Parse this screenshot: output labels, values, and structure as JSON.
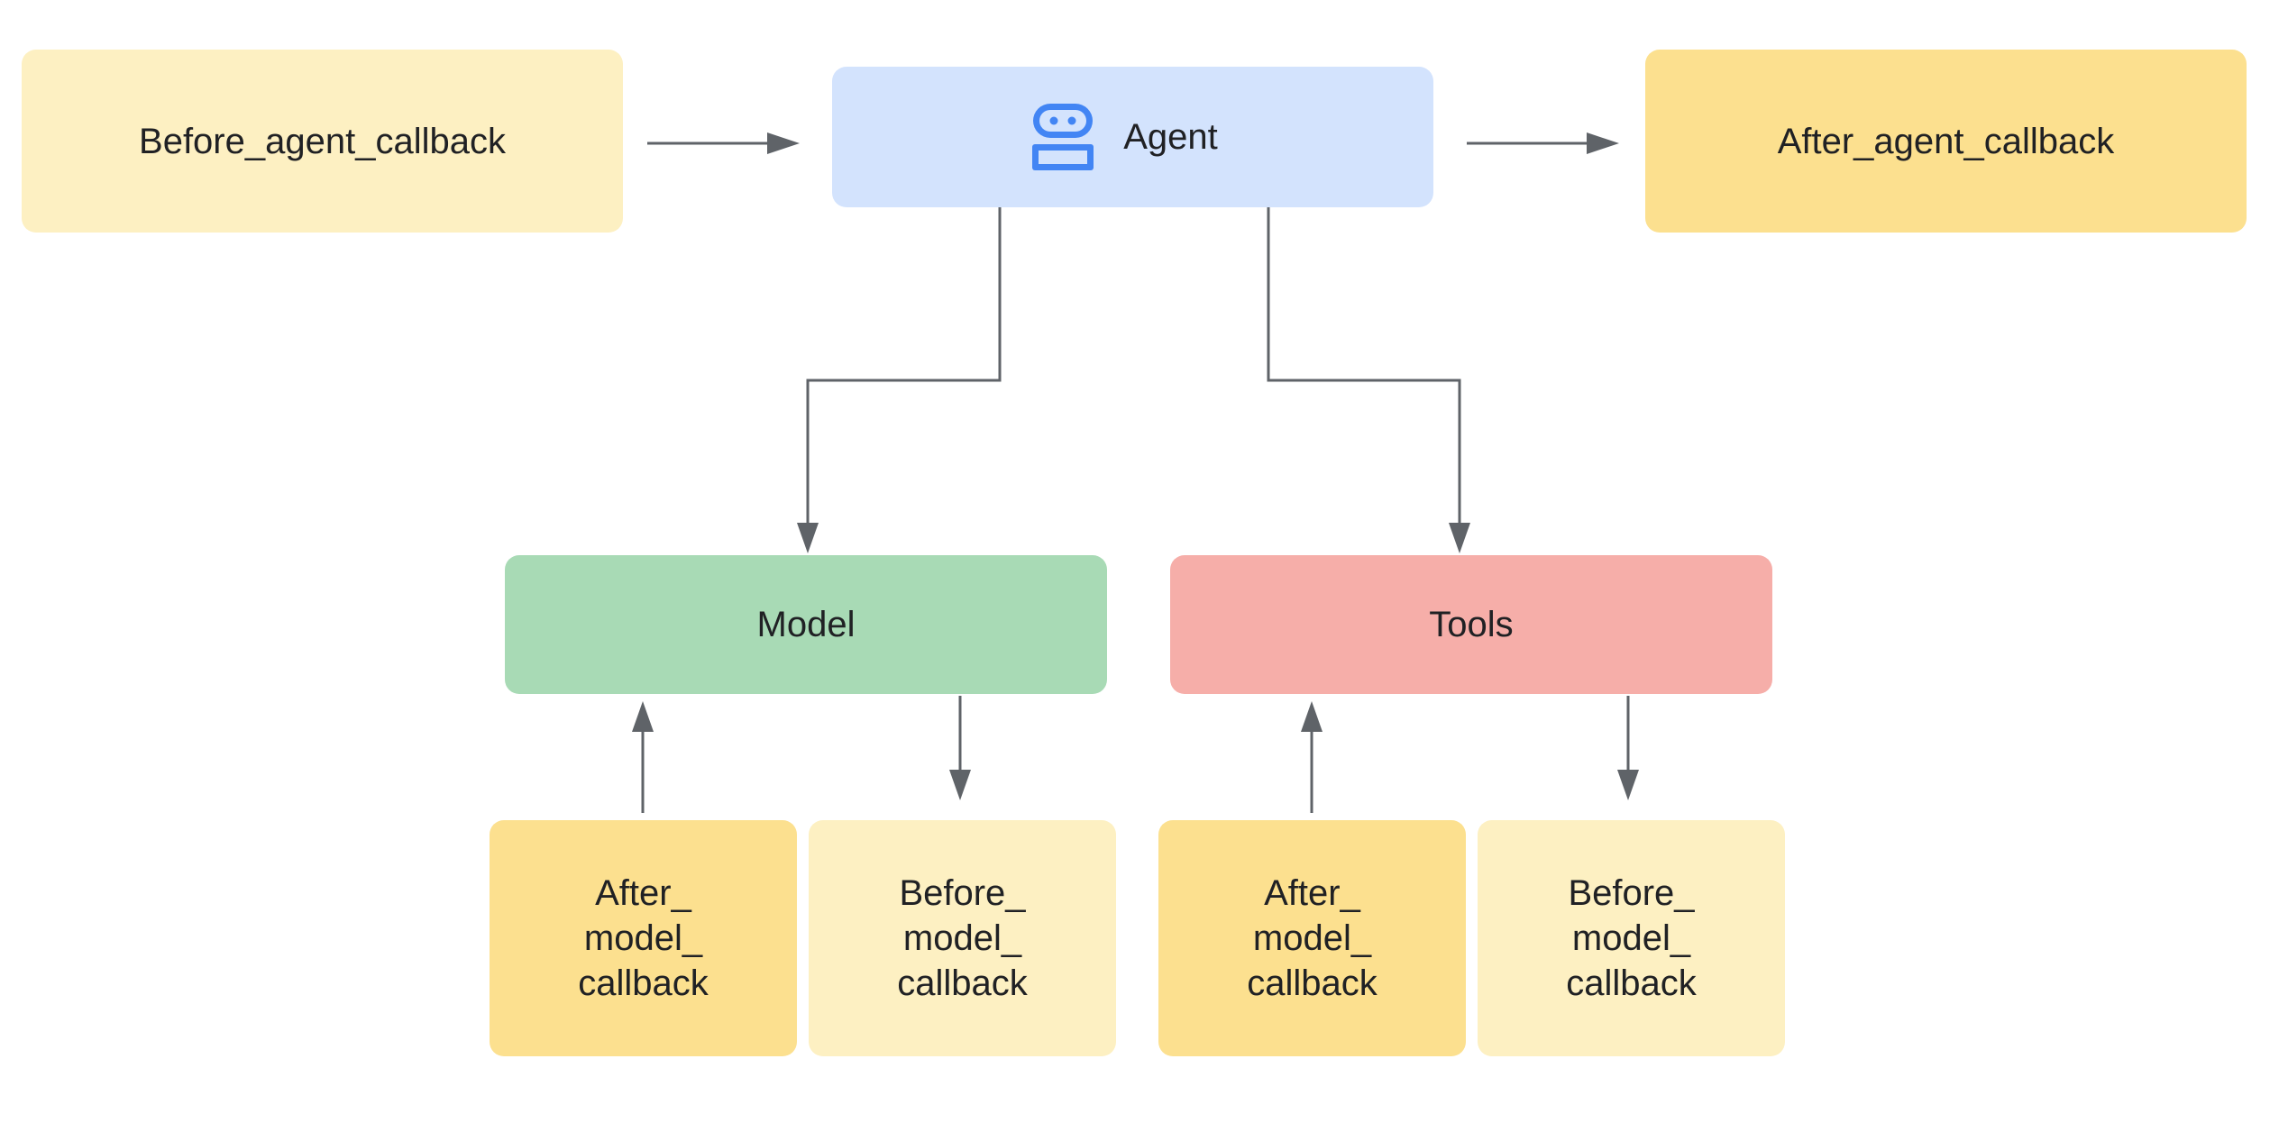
{
  "colors": {
    "before_callback": "#fdf0c2",
    "after_callback": "#fce08f",
    "agent": "#d3e3fd",
    "model": "#a8dab5",
    "tools": "#f6aea9",
    "connector": "#5f6368",
    "agent_icon": "#4285f4"
  },
  "nodes": {
    "before_agent_callback": {
      "label": "Before_agent_callback"
    },
    "agent": {
      "label": "Agent",
      "icon": "robot-icon"
    },
    "after_agent_callback": {
      "label": "After_agent_callback"
    },
    "model": {
      "label": "Model"
    },
    "tools": {
      "label": "Tools"
    },
    "model_after_callback": {
      "label": "After_\nmodel_\ncallback"
    },
    "model_before_callback": {
      "label": "Before_\nmodel_\ncallback"
    },
    "tools_after_callback": {
      "label": "After_\nmodel_\ncallback"
    },
    "tools_before_callback": {
      "label": "Before_\nmodel_\ncallback"
    }
  },
  "edges": [
    {
      "from": "before_agent_callback",
      "to": "agent"
    },
    {
      "from": "agent",
      "to": "after_agent_callback"
    },
    {
      "from": "agent",
      "to": "model"
    },
    {
      "from": "agent",
      "to": "tools"
    },
    {
      "from": "model_after_callback",
      "to": "model"
    },
    {
      "from": "model",
      "to": "model_before_callback"
    },
    {
      "from": "tools_after_callback",
      "to": "tools"
    },
    {
      "from": "tools",
      "to": "tools_before_callback"
    }
  ]
}
